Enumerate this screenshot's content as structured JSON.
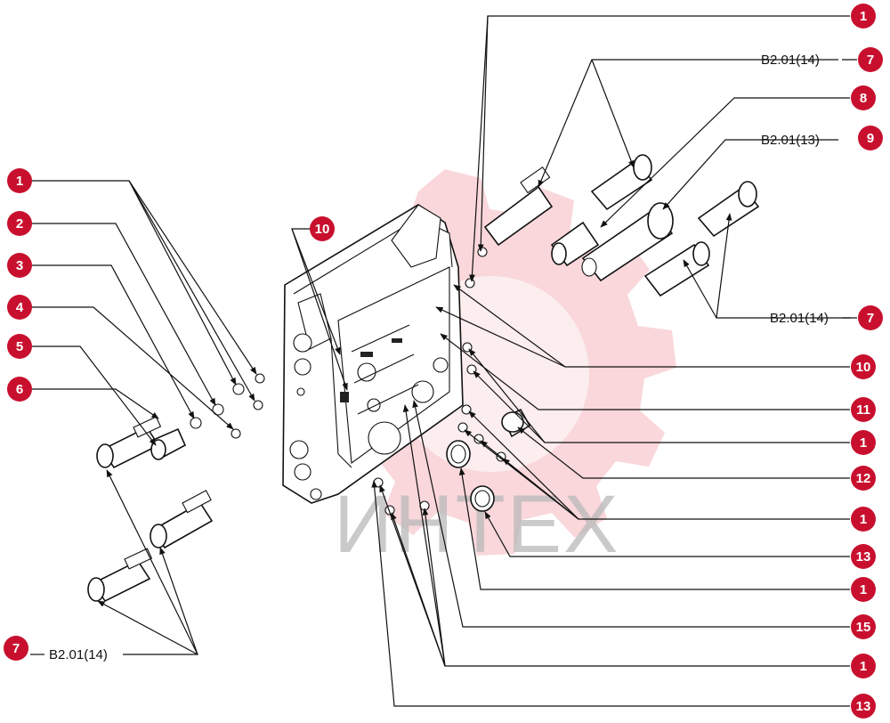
{
  "watermark": {
    "text": "ИНТЕХ"
  },
  "colors": {
    "callout": "#c8102e",
    "line": "#111111",
    "watermark": "#f7c9cd"
  },
  "callouts_left": [
    "1",
    "2",
    "3",
    "4",
    "5",
    "6",
    "7"
  ],
  "callout_top_10": "10",
  "callouts_right": [
    "1",
    "7",
    "8",
    "9",
    "7",
    "10",
    "11",
    "1",
    "12",
    "1",
    "13",
    "1",
    "15",
    "1",
    "13"
  ],
  "references": {
    "top_right_1": "B2.01(14)",
    "top_right_2": "B2.01(13)",
    "mid_right": "B2.01(14)",
    "bottom_left": "B2.01(14)"
  }
}
